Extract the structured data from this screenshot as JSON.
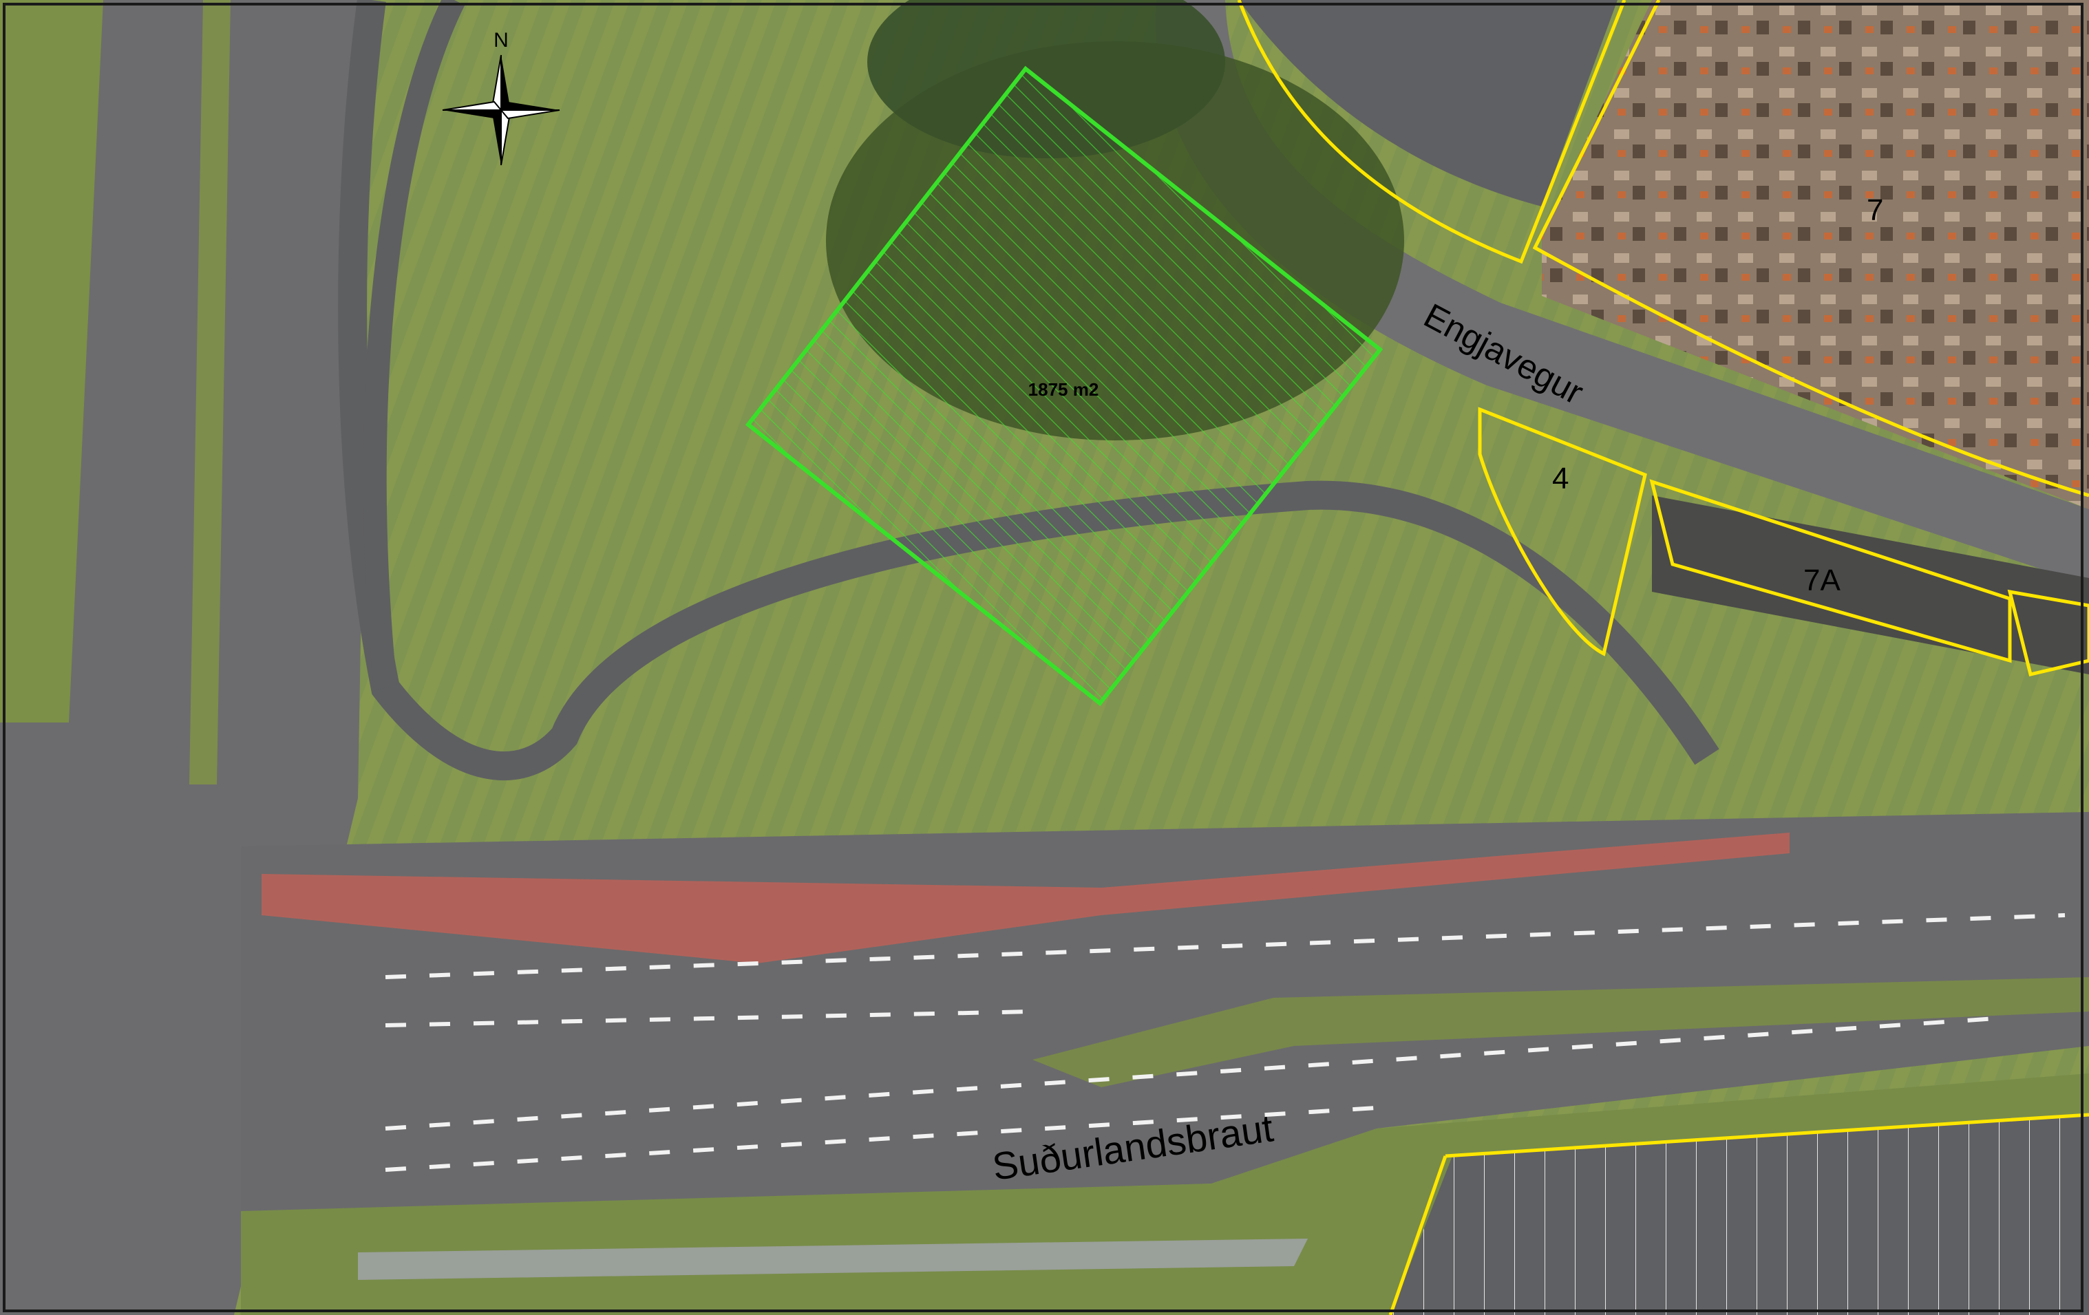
{
  "map": {
    "north_label": "N",
    "area_label": "1875 m2",
    "streets": {
      "engjavegur": "Engjavegur",
      "sudurlandsbraut": "Suðurlandsbraut"
    },
    "lots": {
      "lot_7": "7",
      "lot_4": "4",
      "lot_7a": "7A"
    },
    "colors": {
      "highlight_polygon": "#39e02a",
      "lot_boundary": "#ffe600",
      "grass": "#7a8f4a",
      "road": "#6e6e70",
      "bike_lane": "#b0625a"
    }
  }
}
